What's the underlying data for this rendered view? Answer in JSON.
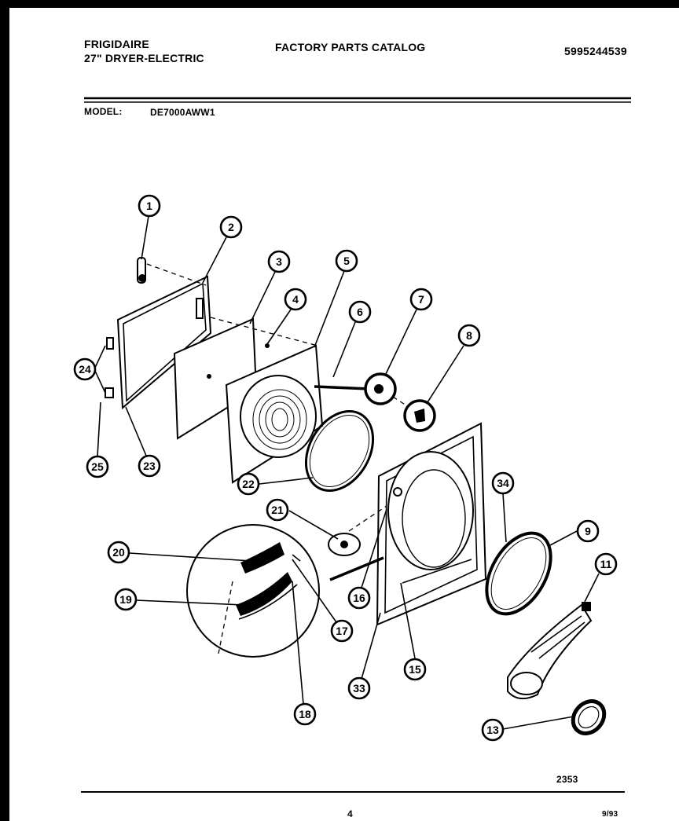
{
  "header": {
    "brand": "FRIGIDAIRE",
    "product": "27\" DRYER-ELECTRIC",
    "catalog_title": "FACTORY PARTS CATALOG",
    "catalog_number": "5995244539",
    "model_label": "MODEL:",
    "model_value": "DE7000AWW1"
  },
  "footer": {
    "drawing_number": "2353",
    "page_number": "4",
    "extra_mark": "9/93"
  },
  "callouts": [
    "1",
    "2",
    "3",
    "4",
    "5",
    "6",
    "7",
    "8",
    "24",
    "25",
    "23",
    "22",
    "34",
    "9",
    "21",
    "20",
    "16",
    "19",
    "17",
    "15",
    "11",
    "33",
    "18",
    "13"
  ]
}
